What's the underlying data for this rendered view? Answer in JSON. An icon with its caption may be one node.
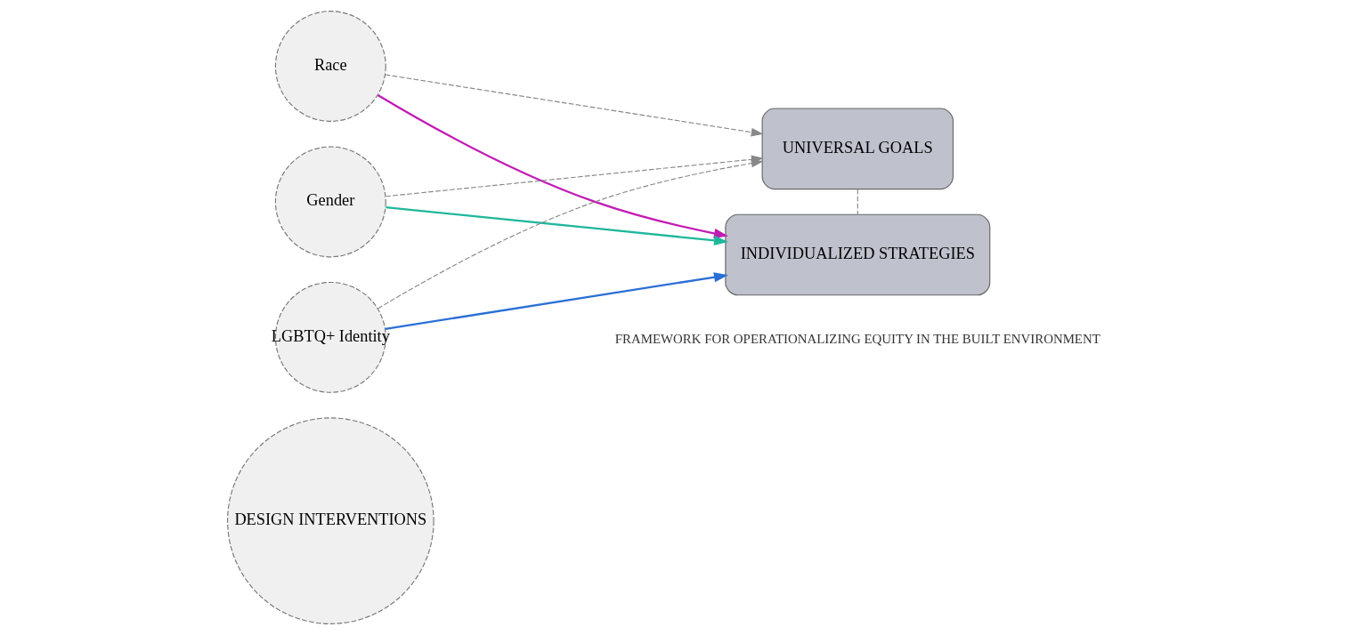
{
  "diagram": {
    "nodes": [
      {
        "text": [
          "DESIGN INTERVENTIONS"
        ]
      },
      {
        "text": [
          "Race"
        ]
      },
      {
        "text": [
          "Gender"
        ]
      },
      {
        "text": [
          "LGBTQ+ Identity"
        ]
      },
      {
        "text": [
          "UNIVERSAL GOALS"
        ]
      },
      {
        "text": [
          "INDIVIDUALIZED STRATEGIES"
        ]
      }
    ],
    "edges": [
      {
        "from": 1,
        "to": 4,
        "arrow": "to",
        "style": "dashed"
      },
      {
        "from": 2,
        "to": 4,
        "arrow": "to",
        "style": "dashed"
      },
      {
        "from": 3,
        "to": 4,
        "arrow": "to",
        "style": "dashed"
      },
      {
        "from": 1,
        "to": 5,
        "arrow": "to",
        "color": "#c21bb4"
      },
      {
        "from": 2,
        "to": 5,
        "arrow": "to",
        "color": "#1fb89a"
      },
      {
        "from": 3,
        "to": 5,
        "arrow": "to",
        "color": "#2a6fd6"
      },
      {
        "from": 4,
        "to": 5,
        "arrow": "none",
        "style": "dashed"
      }
    ],
    "labels": [
      "FRAMEWORK FOR OPERATIONALIZING EQUITY IN THE BUILT ENVIRONMENT"
    ]
  }
}
